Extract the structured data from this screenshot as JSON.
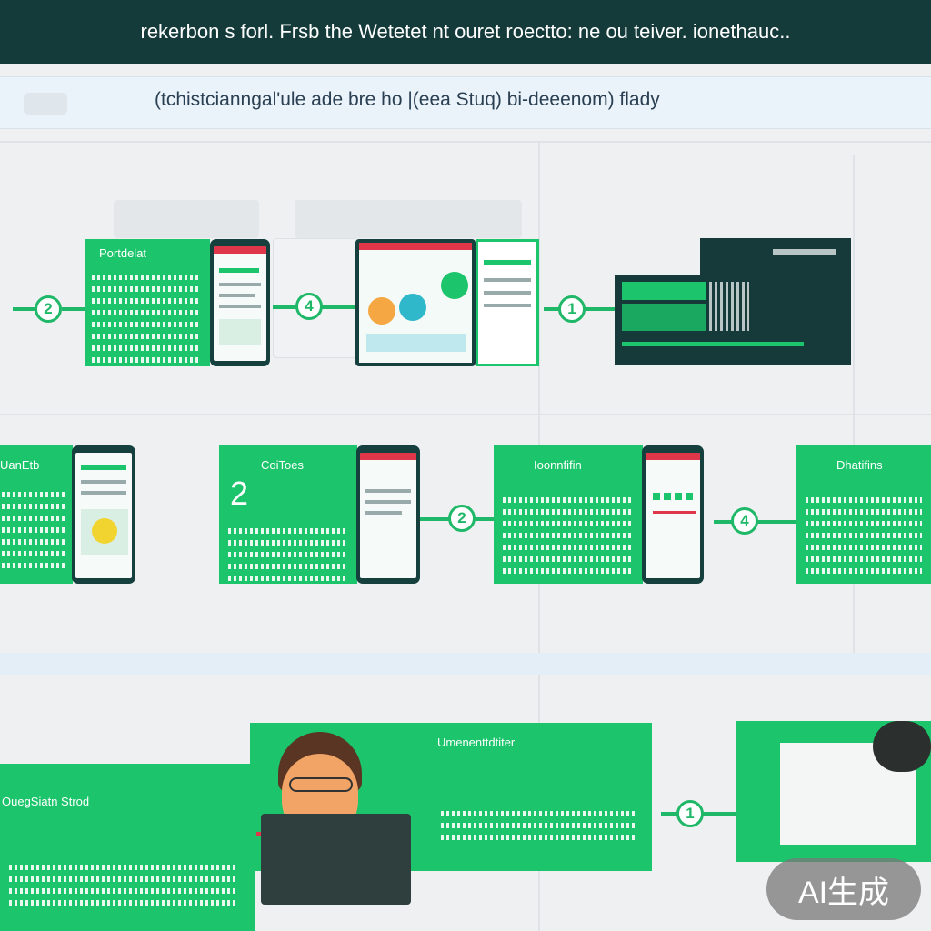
{
  "header": {
    "title": "rekerbon s forl. Frsb the Wetetet nt ouret roectto: ne ou teiver. ionethauc.."
  },
  "subheader": {
    "text": "(tchistcianngal'ule ade bre ho |(eea Stuq) bi-deeenom) flady"
  },
  "cards": {
    "row1_a": {
      "title": "Portdelat"
    },
    "row2_a": {
      "title": "UanEtb"
    },
    "row2_b": {
      "title": "CoiToes",
      "big_number": "2"
    },
    "row2_c": {
      "title": "Ioonnfifin"
    },
    "row2_d": {
      "title": "Dhatifins"
    },
    "row3_a": {
      "title": "OuegSiatn Strod"
    },
    "row3_b": {
      "title": "Umenenttdtiter"
    }
  },
  "nodes": {
    "n1": "2",
    "n2": "4",
    "n3": "1",
    "n4": "2",
    "n5": "4",
    "n6": "1"
  },
  "badge": {
    "text": "AI生成"
  },
  "colors": {
    "green": "#1cc46b",
    "dark": "#143a3a",
    "red": "#e0364a"
  }
}
